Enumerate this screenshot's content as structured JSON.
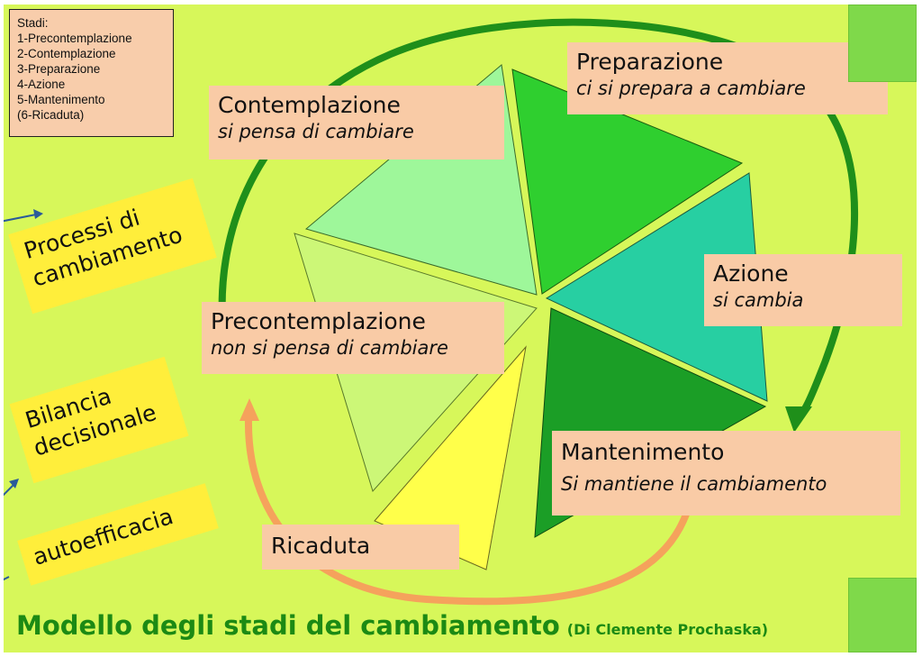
{
  "legend": {
    "title": "Stadi:",
    "items": [
      "1-Precontemplazione",
      "2-Contemplazione",
      "3-Preparazione",
      "4-Azione",
      "5-Mantenimento",
      "(6-Ricaduta)"
    ]
  },
  "stages": {
    "contemplazione": {
      "title": "Contemplazione",
      "subtitle": "si pensa di cambiare"
    },
    "preparazione": {
      "title": "Preparazione",
      "subtitle": "ci si prepara a cambiare"
    },
    "azione": {
      "title": "Azione",
      "subtitle": "si cambia"
    },
    "precontemplazione": {
      "title": "Precontemplazione",
      "subtitle": "non si pensa di cambiare"
    },
    "mantenimento": {
      "title": "Mantenimento",
      "subtitle": "Si mantiene il cambiamento"
    },
    "ricaduta": {
      "title": "Ricaduta"
    }
  },
  "factors": {
    "processi": [
      "Processi di",
      "cambiamento"
    ],
    "bilancia": [
      "Bilancia",
      "decisionale"
    ],
    "autoefficacia": "autoefficacia"
  },
  "footer": {
    "title": "Modello degli stadi del cambiamento",
    "author": "(Di Clemente Prochaska)"
  },
  "colors": {
    "background": "#d7f75a",
    "label_fill": "#f9cba6",
    "factor_fill": "#ffee3b",
    "cycle_arrow": "#1f8f1a",
    "relapse_arrow": "#f5a25c",
    "contemplazione": "#9ef79a",
    "preparazione": "#2fcf2f",
    "azione": "#27cfa2",
    "precontemplazione": "#ccf777",
    "mantenimento": "#1b9e26",
    "ricaduta": "#ffff4a"
  }
}
